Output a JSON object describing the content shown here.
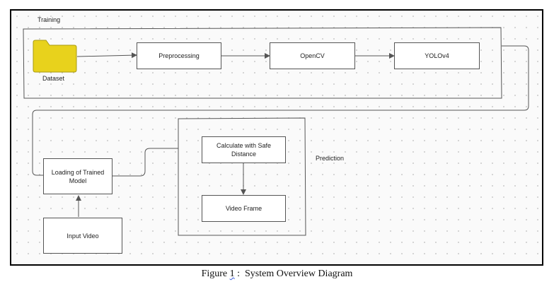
{
  "groups": {
    "training": "Training",
    "prediction": "Prediction"
  },
  "nodes": {
    "dataset": "Dataset",
    "preprocessing": "Preprocessing",
    "opencv": "OpenCV",
    "yolo": "YOLOv4",
    "loading": "Loading of Trained Model",
    "input_video": "Input Video",
    "calculate": "Calculate with Safe Distance",
    "video_frame": "Video Frame"
  },
  "caption": {
    "prefix": "Figure ",
    "number": "1",
    "rest": " :  System Overview Diagram"
  },
  "colors": {
    "folder": "#e8d21c",
    "stroke": "#555555",
    "frame": "#000000"
  }
}
